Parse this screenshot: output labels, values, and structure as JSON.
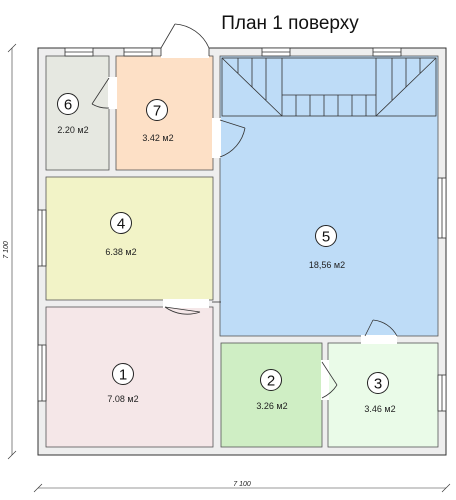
{
  "title": "План 1 поверху",
  "dimensions": {
    "bottom": "7 100",
    "left": "7 100"
  },
  "rooms": [
    {
      "number": "1",
      "area": "7.08 м2",
      "color": "#f5e7e8"
    },
    {
      "number": "2",
      "area": "3.26 м2",
      "color": "#cfeec4"
    },
    {
      "number": "3",
      "area": "3.46 м2",
      "color": "#eafbe8"
    },
    {
      "number": "4",
      "area": "6.38 м2",
      "color": "#f2f3c7"
    },
    {
      "number": "5",
      "area": "18,56 м2",
      "color": "#bedcf7"
    },
    {
      "number": "6",
      "area": "2.20 м2",
      "color": "#e6e8e1"
    },
    {
      "number": "7",
      "area": "3.42 м2",
      "color": "#fde0c6"
    }
  ]
}
